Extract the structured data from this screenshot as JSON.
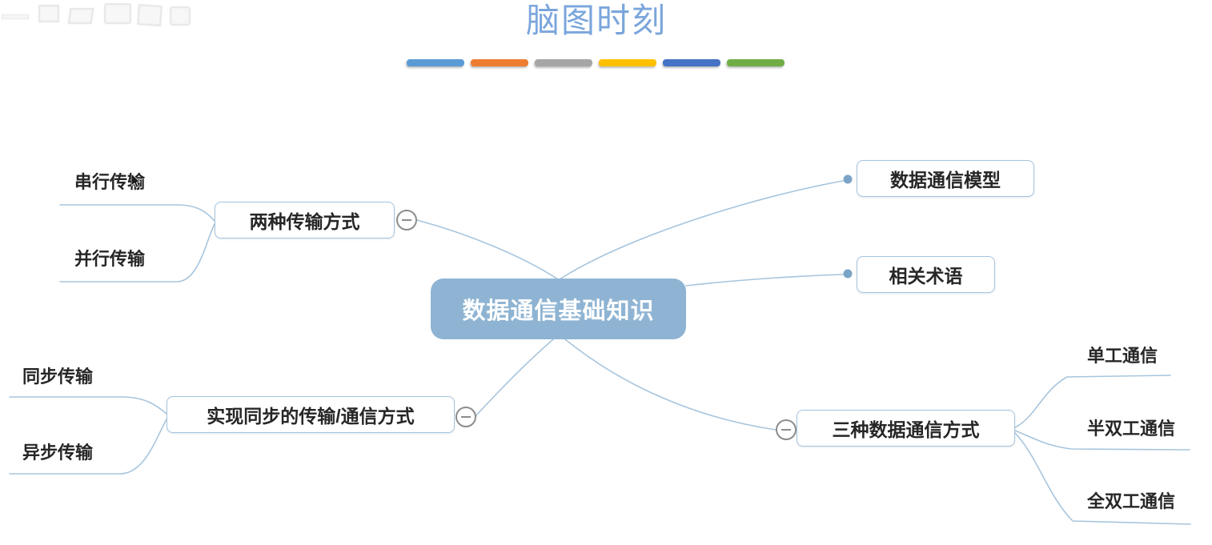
{
  "header": {
    "title": "脑图时刻",
    "bar_colors": [
      "#5B9BD5",
      "#ED7D31",
      "#A6A6A6",
      "#FFC000",
      "#4472C4",
      "#70AD47"
    ]
  },
  "theme": {
    "title_color": "#7BA6DC",
    "line_color": "#A7C5DD",
    "root_fill": "#8FB4D3",
    "node_border": "#A6C4DE",
    "node_text": "#262626",
    "dot_color": "#7BA4C6",
    "minus_border": "#8C8C8C"
  },
  "mindmap": {
    "root": {
      "label": "数据通信基础知识"
    },
    "branches": [
      {
        "label": "两种传输方式",
        "side": "top-left",
        "collapse_icon": "minus",
        "children": [
          {
            "label": "串行传输"
          },
          {
            "label": "并行传输"
          }
        ]
      },
      {
        "label": "数据通信模型",
        "side": "top-right",
        "children": []
      },
      {
        "label": "相关术语",
        "side": "right",
        "children": []
      },
      {
        "label": "实现同步的传输/通信方式",
        "side": "bottom-left",
        "collapse_icon": "minus",
        "children": [
          {
            "label": "同步传输"
          },
          {
            "label": "异步传输"
          }
        ]
      },
      {
        "label": "三种数据通信方式",
        "side": "bottom-right",
        "collapse_icon": "minus",
        "children": [
          {
            "label": "单工通信"
          },
          {
            "label": "半双工通信"
          },
          {
            "label": "全双工通信"
          }
        ]
      }
    ]
  }
}
